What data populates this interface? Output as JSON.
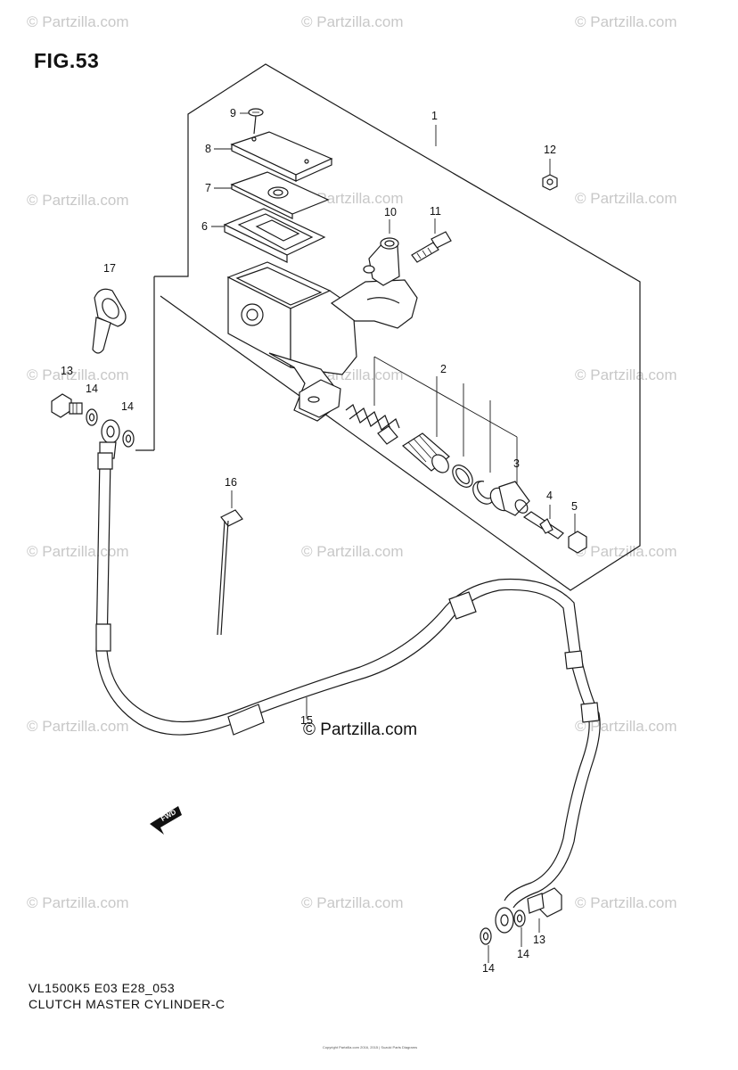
{
  "figure": {
    "title": "FIG.53",
    "model_code": "VL1500K5 E03 E28_053",
    "caption": "CLUTCH MASTER CYLINDER-C",
    "brand_mark": "© Partzilla.com",
    "watermark": "© Partzilla.com",
    "fine_print": "Copyright Partzilla.com 2016, 2015 | Suzuki Parts Diagrams"
  },
  "callouts": [
    "1",
    "2",
    "3",
    "4",
    "5",
    "6",
    "7",
    "8",
    "9",
    "10",
    "11",
    "12",
    "13",
    "13",
    "14",
    "14",
    "14",
    "14",
    "15",
    "16",
    "17"
  ],
  "forward_arrow_label": "FWD"
}
